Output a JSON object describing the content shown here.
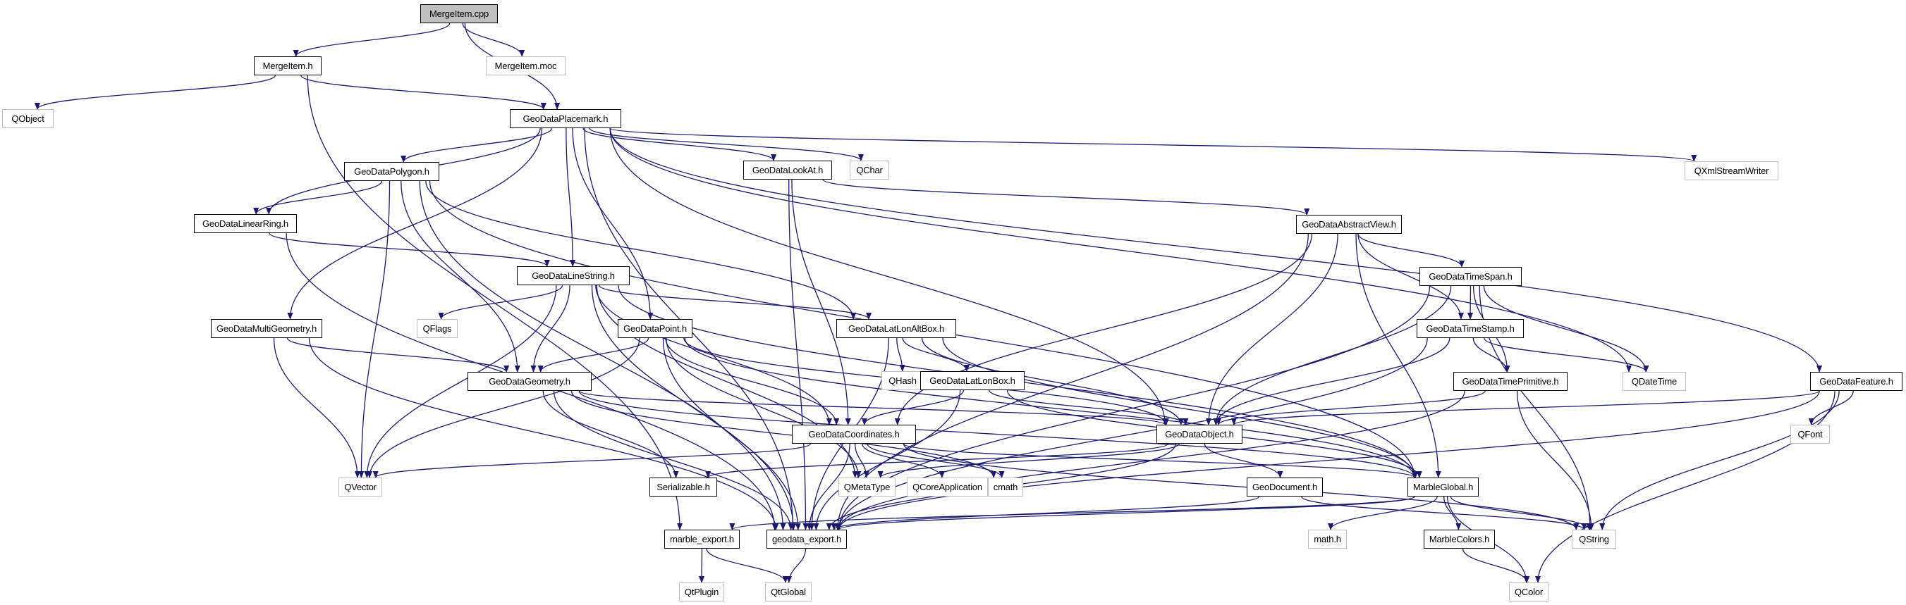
{
  "graph": {
    "title": "MergeItem.cpp include dependency graph",
    "colors": {
      "edge": "#191970",
      "root_fill": "#bfbfbf",
      "documented_border": "#000000",
      "external_border": "#bfbfbf",
      "background": "#ffffff"
    },
    "nodes": [
      {
        "id": "mergeitem_cpp",
        "label": "MergeItem.cpp",
        "kind": "root"
      },
      {
        "id": "mergeitem_h",
        "label": "MergeItem.h",
        "kind": "documented"
      },
      {
        "id": "mergeitem_moc",
        "label": "MergeItem.moc",
        "kind": "external"
      },
      {
        "id": "qobject",
        "label": "QObject",
        "kind": "external"
      },
      {
        "id": "geodataplacemark_h",
        "label": "GeoDataPlacemark.h",
        "kind": "documented"
      },
      {
        "id": "geodatapolygon_h",
        "label": "GeoDataPolygon.h",
        "kind": "documented"
      },
      {
        "id": "geodatalookat_h",
        "label": "GeoDataLookAt.h",
        "kind": "documented"
      },
      {
        "id": "qchar",
        "label": "QChar",
        "kind": "external"
      },
      {
        "id": "qxmlstreamwriter",
        "label": "QXmlStreamWriter",
        "kind": "external"
      },
      {
        "id": "geodatalinearring_h",
        "label": "GeoDataLinearRing.h",
        "kind": "documented"
      },
      {
        "id": "geodataabstractview_h",
        "label": "GeoDataAbstractView.h",
        "kind": "documented"
      },
      {
        "id": "geodatalinestring_h",
        "label": "GeoDataLineString.h",
        "kind": "documented"
      },
      {
        "id": "geodatatimespan_h",
        "label": "GeoDataTimeSpan.h",
        "kind": "documented"
      },
      {
        "id": "geodatamultigeometry_h",
        "label": "GeoDataMultiGeometry.h",
        "kind": "documented"
      },
      {
        "id": "qflags",
        "label": "QFlags",
        "kind": "external"
      },
      {
        "id": "geodatapoint_h",
        "label": "GeoDataPoint.h",
        "kind": "documented"
      },
      {
        "id": "geodatalatlonaltbox_h",
        "label": "GeoDataLatLonAltBox.h",
        "kind": "documented"
      },
      {
        "id": "geodatatimestamp_h",
        "label": "GeoDataTimeStamp.h",
        "kind": "documented"
      },
      {
        "id": "qhash",
        "label": "QHash",
        "kind": "external"
      },
      {
        "id": "geodatalatlonbox_h",
        "label": "GeoDataLatLonBox.h",
        "kind": "documented"
      },
      {
        "id": "geodatageometry_h",
        "label": "GeoDataGeometry.h",
        "kind": "documented"
      },
      {
        "id": "geodatatimeprimitive_h",
        "label": "GeoDataTimePrimitive.h",
        "kind": "documented"
      },
      {
        "id": "qdatetime",
        "label": "QDateTime",
        "kind": "external"
      },
      {
        "id": "geodatafeature_h",
        "label": "GeoDataFeature.h",
        "kind": "documented"
      },
      {
        "id": "geodatacoordinates_h",
        "label": "GeoDataCoordinates.h",
        "kind": "documented"
      },
      {
        "id": "geodataobject_h",
        "label": "GeoDataObject.h",
        "kind": "documented"
      },
      {
        "id": "qfont",
        "label": "QFont",
        "kind": "external"
      },
      {
        "id": "qvector",
        "label": "QVector",
        "kind": "external"
      },
      {
        "id": "serializable_h",
        "label": "Serializable.h",
        "kind": "documented"
      },
      {
        "id": "qmetatype",
        "label": "QMetaType",
        "kind": "external"
      },
      {
        "id": "qcoreapplication",
        "label": "QCoreApplication",
        "kind": "external"
      },
      {
        "id": "cmath",
        "label": "cmath",
        "kind": "external"
      },
      {
        "id": "geodocument_h",
        "label": "GeoDocument.h",
        "kind": "documented"
      },
      {
        "id": "marbleglobal_h",
        "label": "MarbleGlobal.h",
        "kind": "documented"
      },
      {
        "id": "marble_export_h",
        "label": "marble_export.h",
        "kind": "documented"
      },
      {
        "id": "geodata_export_h",
        "label": "geodata_export.h",
        "kind": "documented"
      },
      {
        "id": "math_h",
        "label": "math.h",
        "kind": "external"
      },
      {
        "id": "marblecolors_h",
        "label": "MarbleColors.h",
        "kind": "documented"
      },
      {
        "id": "qstring",
        "label": "QString",
        "kind": "external"
      },
      {
        "id": "qtplugin",
        "label": "QtPlugin",
        "kind": "external"
      },
      {
        "id": "qtglobal",
        "label": "QtGlobal",
        "kind": "external"
      },
      {
        "id": "qcolor",
        "label": "QColor",
        "kind": "external"
      }
    ],
    "edges": [
      [
        "mergeitem_cpp",
        "mergeitem_h"
      ],
      [
        "mergeitem_cpp",
        "mergeitem_moc"
      ],
      [
        "mergeitem_cpp",
        "geodataplacemark_h"
      ],
      [
        "mergeitem_h",
        "qobject"
      ],
      [
        "mergeitem_h",
        "geodataplacemark_h"
      ],
      [
        "mergeitem_h",
        "marble_export_h"
      ],
      [
        "geodataplacemark_h",
        "geodatapolygon_h"
      ],
      [
        "geodataplacemark_h",
        "geodatalookat_h"
      ],
      [
        "geodataplacemark_h",
        "qchar"
      ],
      [
        "geodataplacemark_h",
        "qxmlstreamwriter"
      ],
      [
        "geodataplacemark_h",
        "geodatafeature_h"
      ],
      [
        "geodataplacemark_h",
        "geodatalinearring_h"
      ],
      [
        "geodataplacemark_h",
        "geodatalinestring_h"
      ],
      [
        "geodataplacemark_h",
        "geodatamultigeometry_h"
      ],
      [
        "geodataplacemark_h",
        "geodatapoint_h"
      ],
      [
        "geodataplacemark_h",
        "qdatetime"
      ],
      [
        "geodataplacemark_h",
        "geodataobject_h"
      ],
      [
        "geodataplacemark_h",
        "geodata_export_h"
      ],
      [
        "geodatapolygon_h",
        "geodatalinearring_h"
      ],
      [
        "geodatapolygon_h",
        "geodatalatlonaltbox_h"
      ],
      [
        "geodatapolygon_h",
        "geodatageometry_h"
      ],
      [
        "geodatapolygon_h",
        "qvector"
      ],
      [
        "geodatapolygon_h",
        "marbleglobal_h"
      ],
      [
        "geodatapolygon_h",
        "geodata_export_h"
      ],
      [
        "geodatalookat_h",
        "geodataabstractview_h"
      ],
      [
        "geodatalookat_h",
        "geodatacoordinates_h"
      ],
      [
        "geodatalookat_h",
        "geodata_export_h"
      ],
      [
        "geodatalinearring_h",
        "geodatalinestring_h"
      ],
      [
        "geodatalinearring_h",
        "geodata_export_h"
      ],
      [
        "geodataabstractview_h",
        "geodatatimespan_h"
      ],
      [
        "geodataabstractview_h",
        "geodatatimestamp_h"
      ],
      [
        "geodataabstractview_h",
        "geodatacoordinates_h"
      ],
      [
        "geodataabstractview_h",
        "geodataobject_h"
      ],
      [
        "geodataabstractview_h",
        "marbleglobal_h"
      ],
      [
        "geodataabstractview_h",
        "geodata_export_h"
      ],
      [
        "geodatalinestring_h",
        "qflags"
      ],
      [
        "geodatalinestring_h",
        "geodatalatlonaltbox_h"
      ],
      [
        "geodatalinestring_h",
        "geodatageometry_h"
      ],
      [
        "geodatalinestring_h",
        "geodatacoordinates_h"
      ],
      [
        "geodatalinestring_h",
        "qvector"
      ],
      [
        "geodatalinestring_h",
        "qmetatype"
      ],
      [
        "geodatalinestring_h",
        "marbleglobal_h"
      ],
      [
        "geodatalinestring_h",
        "geodata_export_h"
      ],
      [
        "geodatatimespan_h",
        "geodatatimestamp_h"
      ],
      [
        "geodatatimespan_h",
        "geodatatimeprimitive_h"
      ],
      [
        "geodatatimespan_h",
        "qdatetime"
      ],
      [
        "geodatatimespan_h",
        "geodataobject_h"
      ],
      [
        "geodatatimespan_h",
        "qstring"
      ],
      [
        "geodatatimespan_h",
        "geodata_export_h"
      ],
      [
        "geodatamultigeometry_h",
        "geodatageometry_h"
      ],
      [
        "geodatamultigeometry_h",
        "qvector"
      ],
      [
        "geodatamultigeometry_h",
        "geodata_export_h"
      ],
      [
        "geodatapoint_h",
        "geodatageometry_h"
      ],
      [
        "geodatapoint_h",
        "geodatacoordinates_h"
      ],
      [
        "geodatapoint_h",
        "qvector"
      ],
      [
        "geodatapoint_h",
        "qmetatype"
      ],
      [
        "geodatapoint_h",
        "geodataobject_h"
      ],
      [
        "geodatapoint_h",
        "marbleglobal_h"
      ],
      [
        "geodatapoint_h",
        "geodata_export_h"
      ],
      [
        "geodatalatlonaltbox_h",
        "qhash"
      ],
      [
        "geodatalatlonaltbox_h",
        "geodatalatlonbox_h"
      ],
      [
        "geodatalatlonaltbox_h",
        "geodataobject_h"
      ],
      [
        "geodatalatlonaltbox_h",
        "marbleglobal_h"
      ],
      [
        "geodatalatlonaltbox_h",
        "geodata_export_h"
      ],
      [
        "geodatatimestamp_h",
        "geodatatimeprimitive_h"
      ],
      [
        "geodatatimestamp_h",
        "qdatetime"
      ],
      [
        "geodatatimestamp_h",
        "geodataobject_h"
      ],
      [
        "geodatatimestamp_h",
        "geodata_export_h"
      ],
      [
        "geodatalatlonbox_h",
        "geodatacoordinates_h"
      ],
      [
        "geodatalatlonbox_h",
        "geodataobject_h"
      ],
      [
        "geodatalatlonbox_h",
        "marbleglobal_h"
      ],
      [
        "geodatalatlonbox_h",
        "geodata_export_h"
      ],
      [
        "geodatageometry_h",
        "geodataobject_h"
      ],
      [
        "geodatageometry_h",
        "serializable_h"
      ],
      [
        "geodatageometry_h",
        "marbleglobal_h"
      ],
      [
        "geodatageometry_h",
        "cmath"
      ],
      [
        "geodatageometry_h",
        "geodata_export_h"
      ],
      [
        "geodatatimeprimitive_h",
        "geodataobject_h"
      ],
      [
        "geodatatimeprimitive_h",
        "qstring"
      ],
      [
        "geodatatimeprimitive_h",
        "geodata_export_h"
      ],
      [
        "geodatafeature_h",
        "geodataobject_h"
      ],
      [
        "geodatafeature_h",
        "qfont"
      ],
      [
        "geodatafeature_h",
        "qstring"
      ],
      [
        "geodatafeature_h",
        "qcolor"
      ],
      [
        "geodatafeature_h",
        "geodata_export_h"
      ],
      [
        "geodatacoordinates_h",
        "qvector"
      ],
      [
        "geodatacoordinates_h",
        "qmetatype"
      ],
      [
        "geodatacoordinates_h",
        "qcoreapplication"
      ],
      [
        "geodatacoordinates_h",
        "cmath"
      ],
      [
        "geodatacoordinates_h",
        "marbleglobal_h"
      ],
      [
        "geodatacoordinates_h",
        "qstring"
      ],
      [
        "geodatacoordinates_h",
        "geodata_export_h"
      ],
      [
        "geodataobject_h",
        "geodocument_h"
      ],
      [
        "geodataobject_h",
        "serializable_h"
      ],
      [
        "geodataobject_h",
        "qmetatype"
      ],
      [
        "geodataobject_h",
        "geodata_export_h"
      ],
      [
        "geodocument_h",
        "qstring"
      ],
      [
        "geodocument_h",
        "geodata_export_h"
      ],
      [
        "marbleglobal_h",
        "math_h"
      ],
      [
        "marbleglobal_h",
        "marblecolors_h"
      ],
      [
        "marbleglobal_h",
        "qcolor"
      ],
      [
        "marbleglobal_h",
        "qstring"
      ],
      [
        "marbleglobal_h",
        "marble_export_h"
      ],
      [
        "marbleglobal_h",
        "geodata_export_h"
      ],
      [
        "marblecolors_h",
        "qcolor"
      ],
      [
        "marble_export_h",
        "qtplugin"
      ],
      [
        "marble_export_h",
        "qtglobal"
      ],
      [
        "geodata_export_h",
        "qtglobal"
      ]
    ]
  }
}
